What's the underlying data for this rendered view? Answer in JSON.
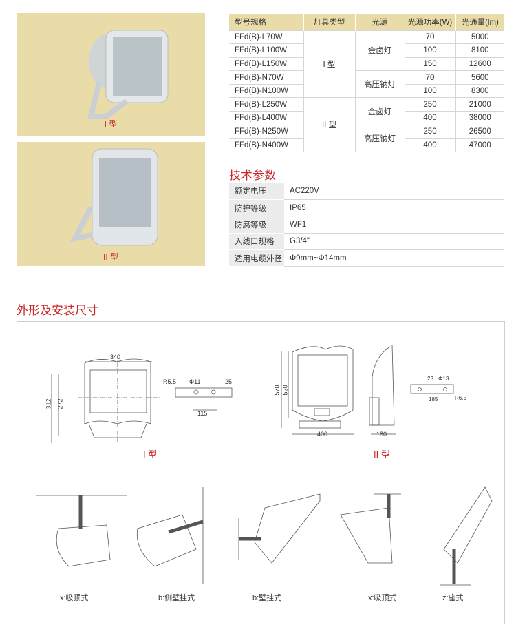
{
  "products": [
    {
      "caption": "I 型"
    },
    {
      "caption": "II 型"
    }
  ],
  "model_table": {
    "headers": [
      "型号规格",
      "灯具类型",
      "光源",
      "光源功率(W)",
      "光通量(lm)"
    ],
    "rows": [
      {
        "model": "FFd(B)-L70W",
        "power": "70",
        "flux": "5000"
      },
      {
        "model": "FFd(B)-L100W",
        "power": "100",
        "flux": "8100"
      },
      {
        "model": "FFd(B)-L150W",
        "power": "150",
        "flux": "12600"
      },
      {
        "model": "FFd(B)-N70W",
        "power": "70",
        "flux": "5600"
      },
      {
        "model": "FFd(B)-N100W",
        "power": "100",
        "flux": "8300"
      },
      {
        "model": "FFd(B)-L250W",
        "power": "250",
        "flux": "21000"
      },
      {
        "model": "FFd(B)-L400W",
        "power": "400",
        "flux": "38000"
      },
      {
        "model": "FFd(B)-N250W",
        "power": "250",
        "flux": "26500"
      },
      {
        "model": "FFd(B)-N400W",
        "power": "400",
        "flux": "47000"
      }
    ],
    "types": [
      "I 型",
      "II 型"
    ],
    "sources": [
      "金卤灯",
      "高压钠灯",
      "金卤灯",
      "高压钠灯"
    ]
  },
  "specs": {
    "title": "技术参数",
    "rows": [
      {
        "key": "额定电压",
        "value": "AC220V"
      },
      {
        "key": "防护等级",
        "value": "IP65"
      },
      {
        "key": "防腐等级",
        "value": "WF1"
      },
      {
        "key": "入线口规格",
        "value": "G3/4\""
      },
      {
        "key": "适用电缆外径",
        "value": "Φ9mm~Φ14mm"
      }
    ]
  },
  "dimensions": {
    "title": "外形及安装尺寸",
    "type1": {
      "caption": "I 型",
      "width": "340",
      "height_outer": "312",
      "height_inner": "272",
      "r": "R5.5",
      "hole": "Φ11",
      "offset": "25",
      "spacing": "115"
    },
    "type2": {
      "caption": "II 型",
      "height_outer": "570",
      "height_inner": "520",
      "width": "400",
      "depth": "180",
      "offset": "23",
      "hole": "Φ13",
      "spacing": "185",
      "r": "R6.5"
    }
  },
  "mounting": [
    "x:吸顶式",
    "b:侧壁挂式",
    "b:壁挂式",
    "x:吸顶式",
    "z:座式"
  ]
}
